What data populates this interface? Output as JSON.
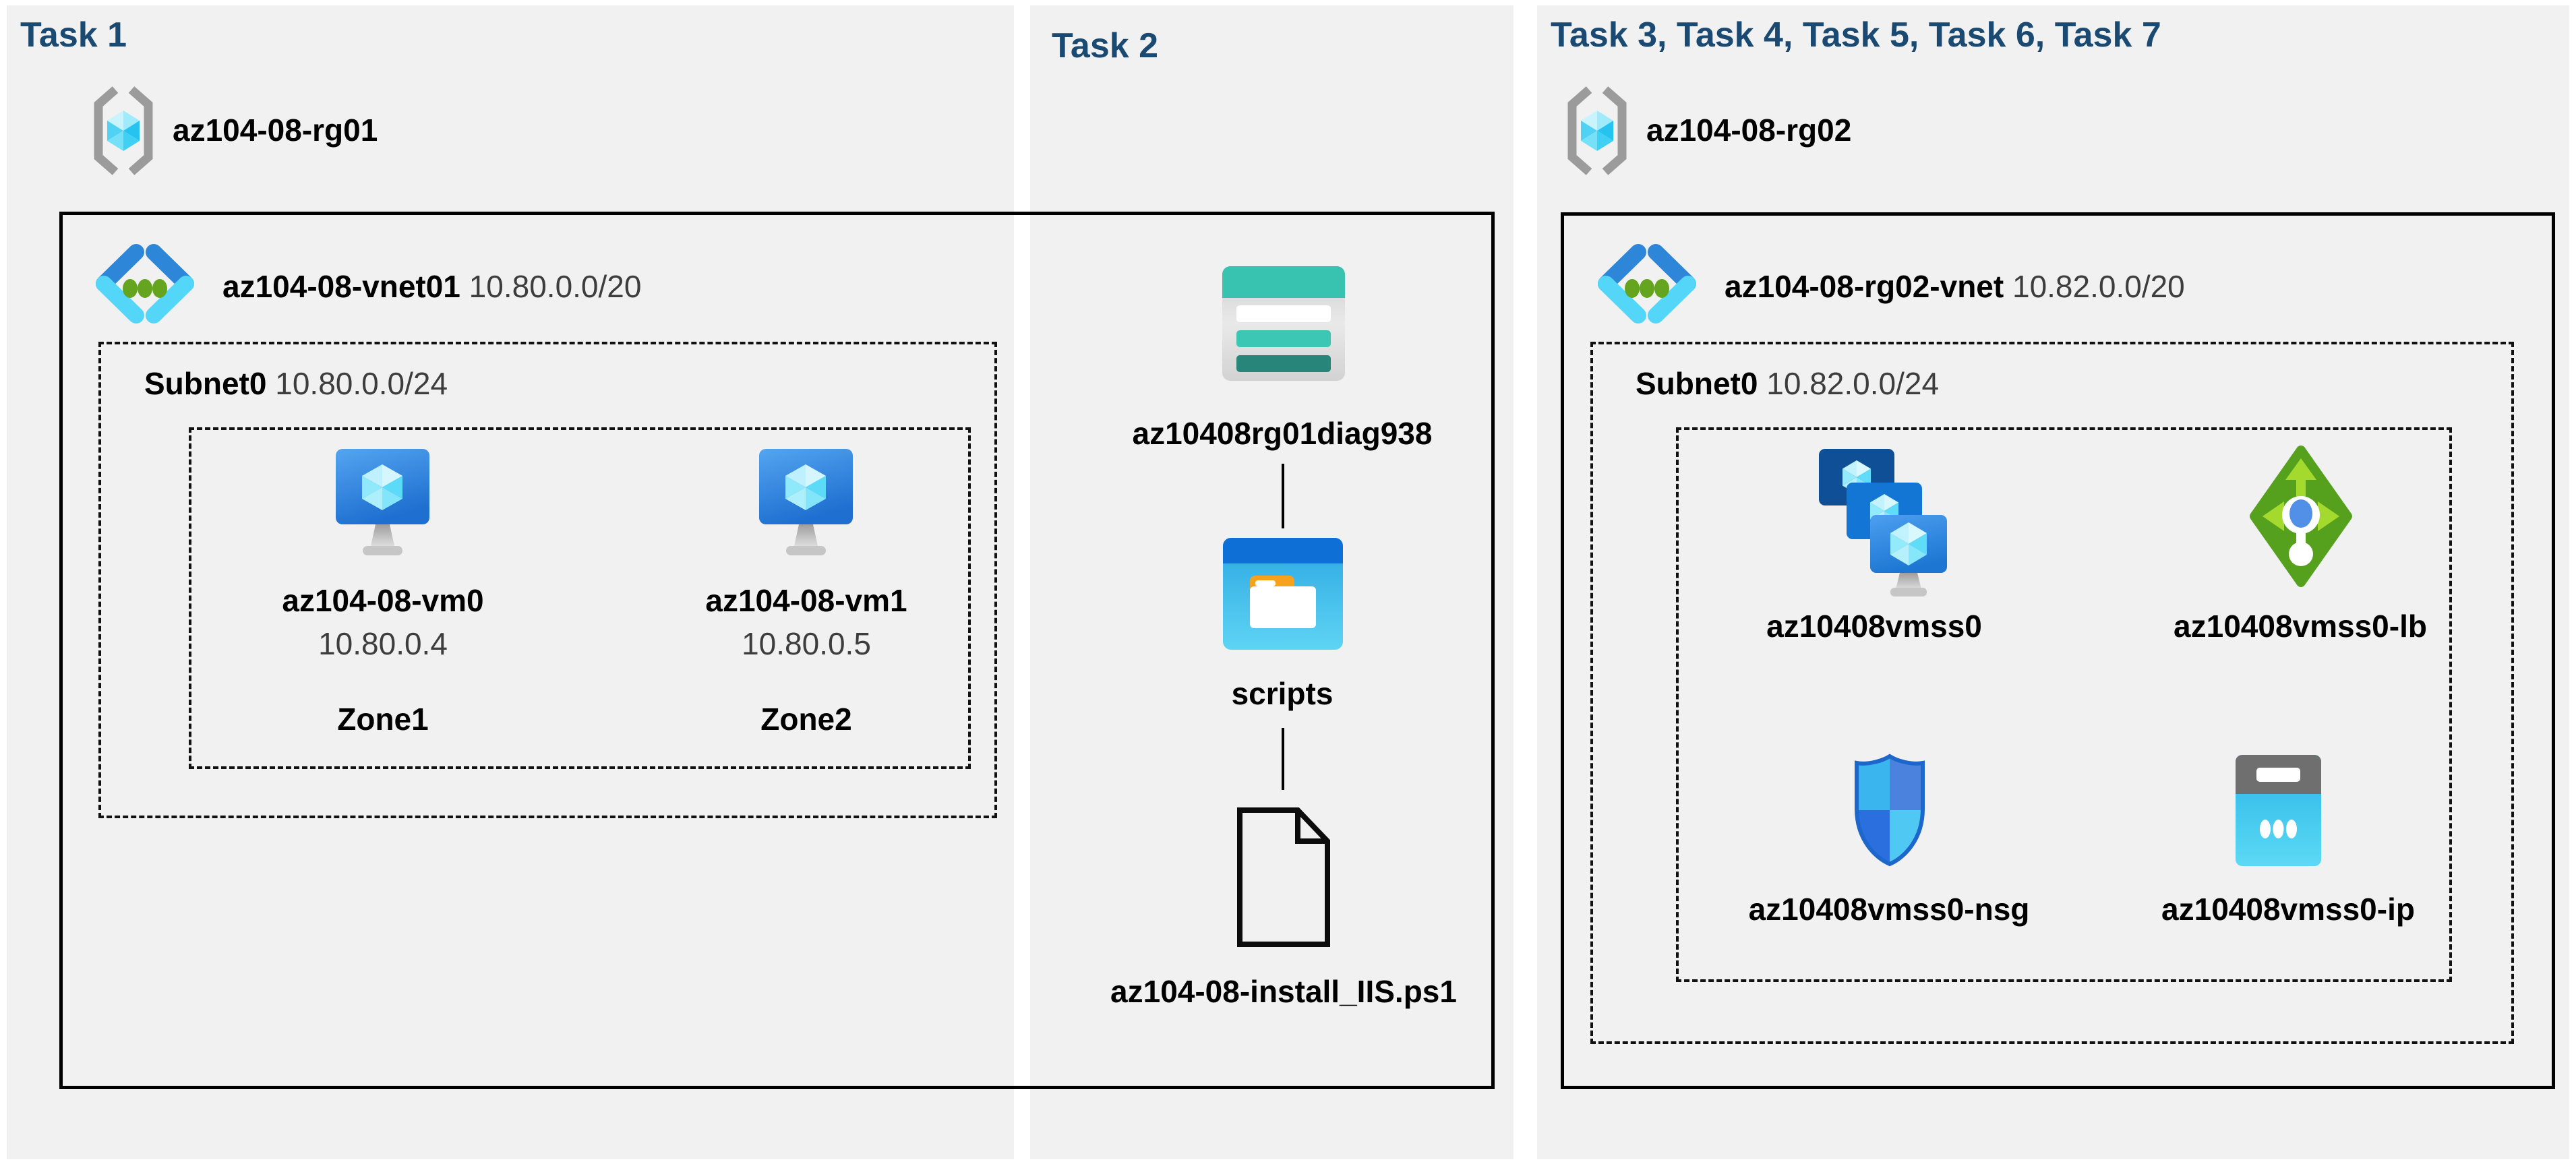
{
  "colors": {
    "heading": "#1a4971",
    "panel_bg": "#f1f1f1",
    "outline": "#000000",
    "storage_teal": "#38c3b1",
    "folder_blue": "#0e6fd6",
    "lb_green": "#55a11d",
    "ip_cyan": "#29b5e6"
  },
  "task1": {
    "heading": "Task 1",
    "resource_group": "az104-08-rg01",
    "vnet_name": "az104-08-vnet01",
    "vnet_cidr": "10.80.0.0/20",
    "subnet_name": "Subnet0",
    "subnet_cidr": "10.80.0.0/24",
    "vms": [
      {
        "name": "az104-08-vm0",
        "ip": "10.80.0.4",
        "zone": "Zone1"
      },
      {
        "name": "az104-08-vm1",
        "ip": "10.80.0.5",
        "zone": "Zone2"
      }
    ]
  },
  "task2": {
    "heading": "Task 2",
    "storage_account": "az10408rg01diag938",
    "container": "scripts",
    "script_file": "az104-08-install_IIS.ps1"
  },
  "task3": {
    "heading": "Task 3, Task 4, Task 5, Task 6, Task 7",
    "resource_group": "az104-08-rg02",
    "vnet_name": "az104-08-rg02-vnet",
    "vnet_cidr": "10.82.0.0/20",
    "subnet_name": "Subnet0",
    "subnet_cidr": "10.82.0.0/24",
    "vmss": "az10408vmss0",
    "load_balancer": "az10408vmss0-lb",
    "nsg": "az10408vmss0-nsg",
    "public_ip": "az10408vmss0-ip"
  },
  "icons": {
    "resource-group-icon": "azure-resource-group",
    "virtual-network-icon": "azure-virtual-network",
    "virtual-machine-icon": "azure-virtual-machine",
    "storage-account-icon": "azure-storage-account",
    "blob-container-icon": "azure-blob-container-folder",
    "script-file-icon": "document-outline",
    "vm-scale-set-icon": "azure-vm-scale-set",
    "load-balancer-icon": "azure-load-balancer",
    "nsg-icon": "azure-network-security-group-shield",
    "public-ip-icon": "azure-public-ip-address"
  }
}
